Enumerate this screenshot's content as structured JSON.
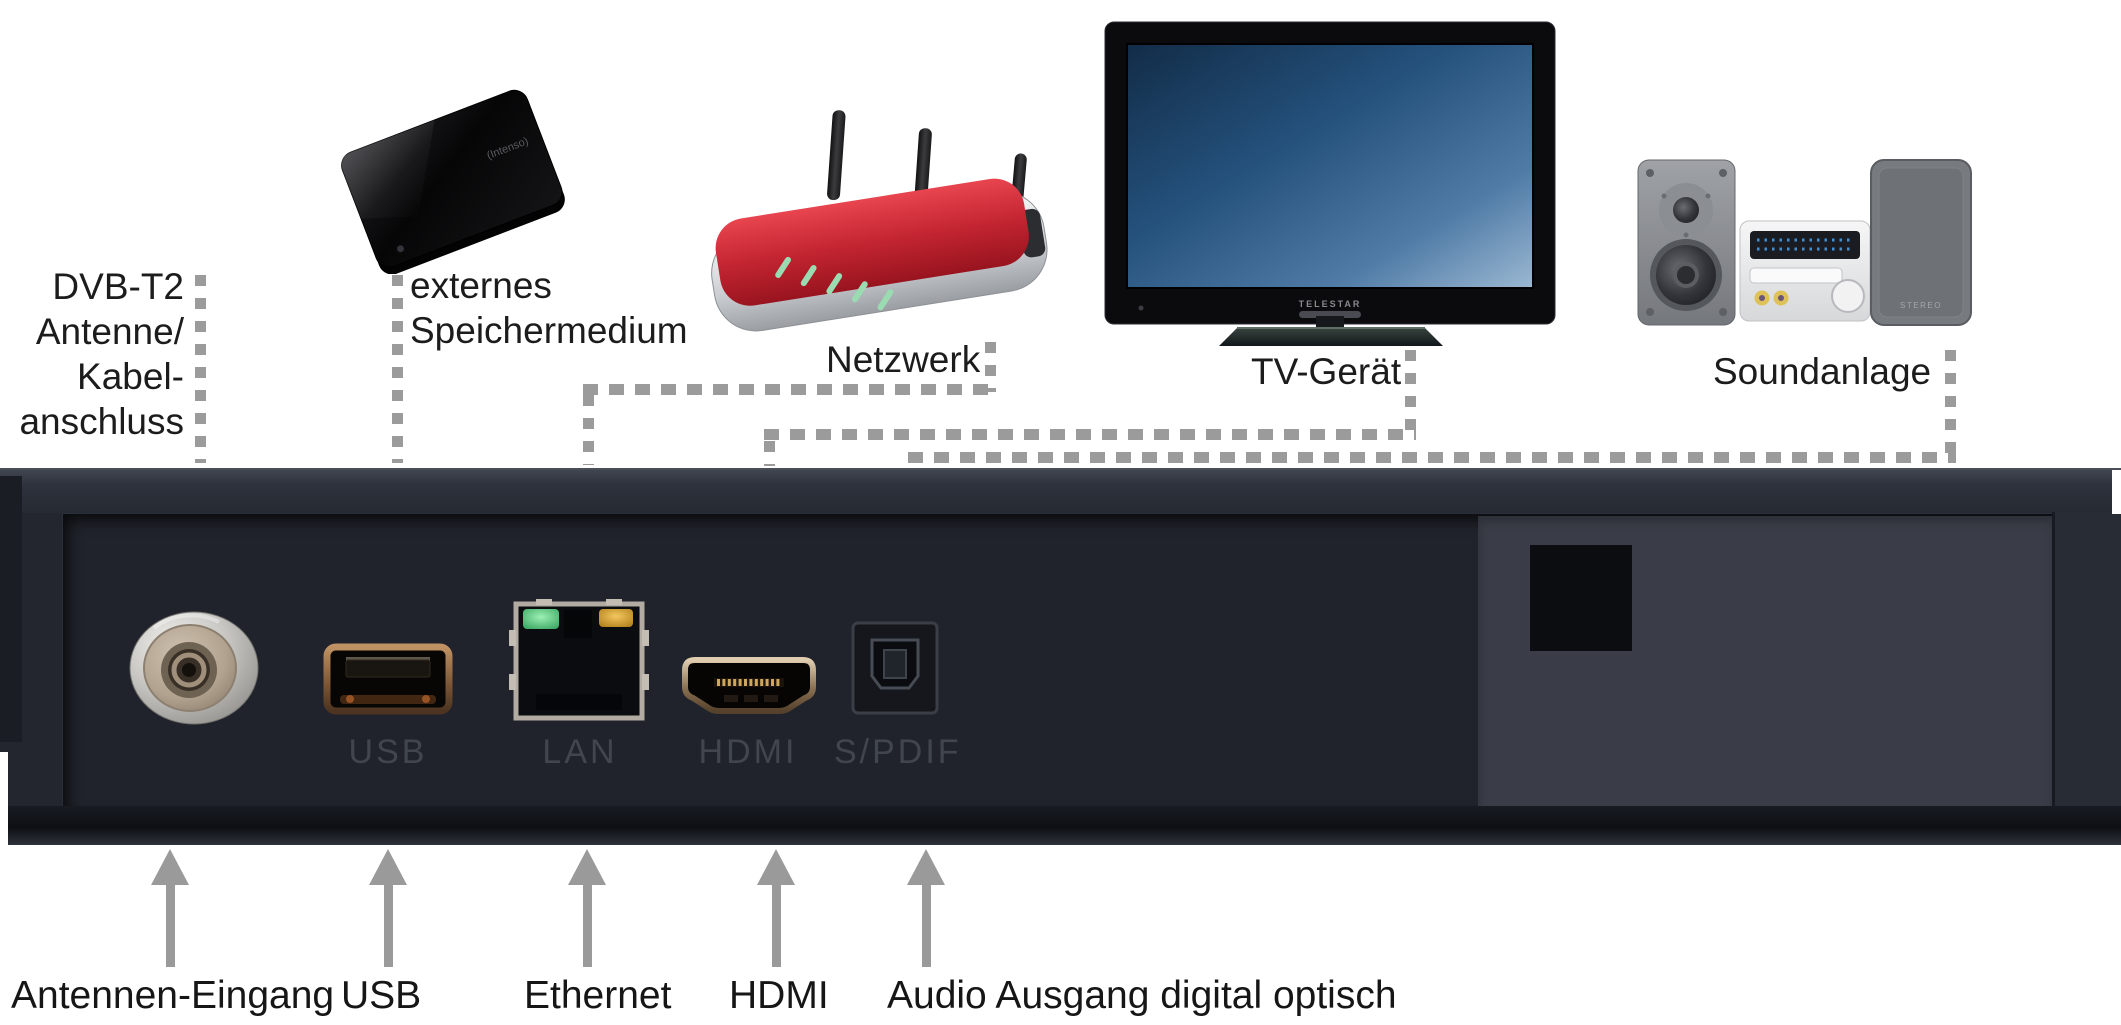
{
  "top_labels": {
    "antenna_input": {
      "lines": [
        "DVB-T2",
        "Antenne/",
        "Kabel-",
        "anschluss"
      ]
    },
    "storage": {
      "lines": [
        "externes",
        "Speichermedium"
      ]
    },
    "network": "Netzwerk",
    "tv": "TV-Gerät",
    "sound": "Soundanlage"
  },
  "device_panel": {
    "port_labels": {
      "usb": "USB",
      "lan": "LAN",
      "hdmi": "HDMI",
      "spdif": "S/PDIF"
    }
  },
  "bottom_labels": {
    "antenna": "Antennen-Eingang",
    "usb": "USB",
    "ethernet": "Ethernet",
    "hdmi": "HDMI",
    "audio": "Audio Ausgang digital optisch"
  },
  "brand_texts": {
    "tv": "TELESTAR",
    "hdd": "(Intenso)",
    "speaker": "STEREO"
  },
  "icons": {
    "external_hdd": "external-hdd-icon",
    "router": "router-icon",
    "tv": "tv-icon",
    "stereo": "stereo-system-icon",
    "antenna_connector": "antenna-connector-icon",
    "usb_port": "usb-port-icon",
    "lan_port": "lan-port-icon",
    "hdmi_port": "hdmi-port-icon",
    "spdif_port": "spdif-port-icon",
    "arrow_up": "arrow-up-icon"
  },
  "colors": {
    "dash_gray": "#9b9b9b",
    "arrow_gray": "#9a9a9a",
    "label_black": "#1c1c1c",
    "chassis_dark": "#23262e",
    "panel_dark": "#20232b",
    "panel_light": "#3a3d47",
    "engraved_label": "#40454f",
    "router_red": "#c32531",
    "router_led_green": "#9adbb2",
    "lan_led_green": "#4ec47a",
    "lan_led_amber": "#d9a22b",
    "tv_screen_dark": "#122c47",
    "tv_screen_light": "#88aac7",
    "usb_bronze": "#8a6a42"
  }
}
